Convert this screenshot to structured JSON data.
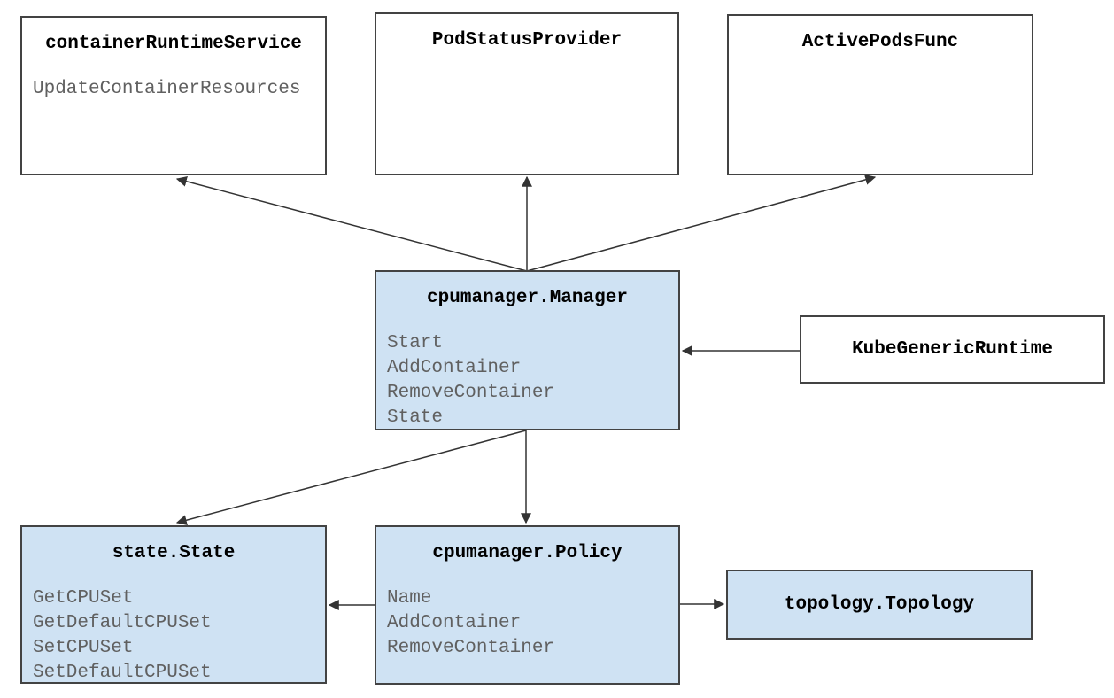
{
  "colors": {
    "box_fill_highlight": "#cfe2f3",
    "box_fill_plain": "#ffffff",
    "border": "#434343",
    "title_text": "#000000",
    "method_text": "#606060",
    "arrow": "#333333"
  },
  "nodes": [
    {
      "id": "containerRuntimeService",
      "title": "containerRuntimeService",
      "style": "plain",
      "methods": [
        "UpdateContainerResources"
      ]
    },
    {
      "id": "PodStatusProvider",
      "title": "PodStatusProvider",
      "style": "plain",
      "methods": []
    },
    {
      "id": "ActivePodsFunc",
      "title": "ActivePodsFunc",
      "style": "plain",
      "methods": []
    },
    {
      "id": "cpumanager.Manager",
      "title": "cpumanager.Manager",
      "style": "highlight",
      "methods": [
        "Start",
        "AddContainer",
        "RemoveContainer",
        "State"
      ]
    },
    {
      "id": "KubeGenericRuntime",
      "title": "KubeGenericRuntime",
      "style": "plain",
      "methods": []
    },
    {
      "id": "state.State",
      "title": "state.State",
      "style": "highlight",
      "methods": [
        "GetCPUSet",
        "GetDefaultCPUSet",
        "SetCPUSet",
        "SetDefaultCPUSet"
      ]
    },
    {
      "id": "cpumanager.Policy",
      "title": "cpumanager.Policy",
      "style": "highlight",
      "methods": [
        "Name",
        "AddContainer",
        "RemoveContainer"
      ]
    },
    {
      "id": "topology.Topology",
      "title": "topology.Topology",
      "style": "highlight",
      "methods": []
    }
  ],
  "edges": [
    {
      "from": "cpumanager.Manager",
      "to": "containerRuntimeService"
    },
    {
      "from": "cpumanager.Manager",
      "to": "PodStatusProvider"
    },
    {
      "from": "cpumanager.Manager",
      "to": "ActivePodsFunc"
    },
    {
      "from": "KubeGenericRuntime",
      "to": "cpumanager.Manager"
    },
    {
      "from": "cpumanager.Manager",
      "to": "state.State"
    },
    {
      "from": "cpumanager.Manager",
      "to": "cpumanager.Policy"
    },
    {
      "from": "cpumanager.Policy",
      "to": "state.State"
    },
    {
      "from": "cpumanager.Policy",
      "to": "topology.Topology"
    }
  ]
}
